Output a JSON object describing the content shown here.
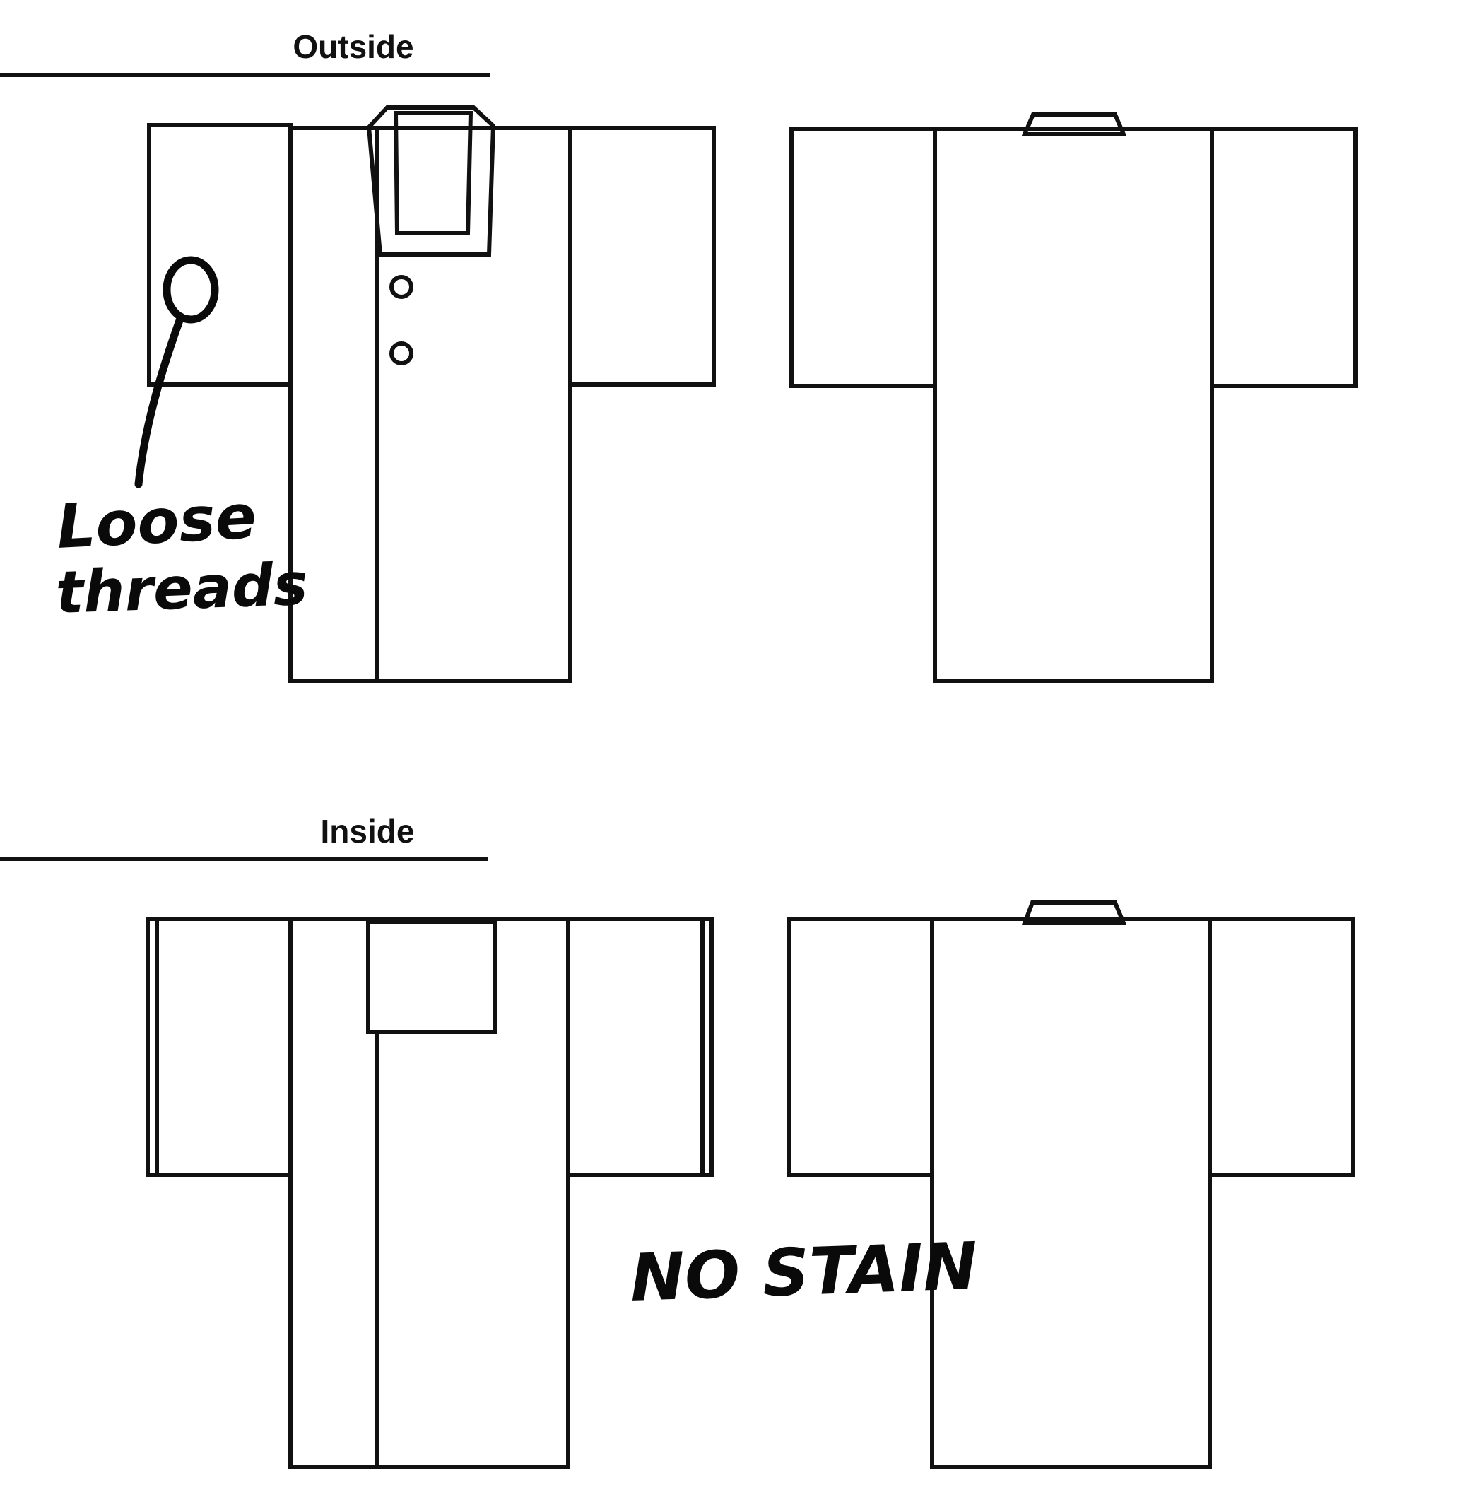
{
  "sections": {
    "outside": {
      "heading": "Outside"
    },
    "inside": {
      "heading": "Inside"
    }
  },
  "annotations": {
    "loose_line1": "Loose",
    "loose_line2": "threads",
    "no_stain": "NO STAIN"
  },
  "colors": {
    "ink": "#111111",
    "paper": "#ffffff"
  }
}
